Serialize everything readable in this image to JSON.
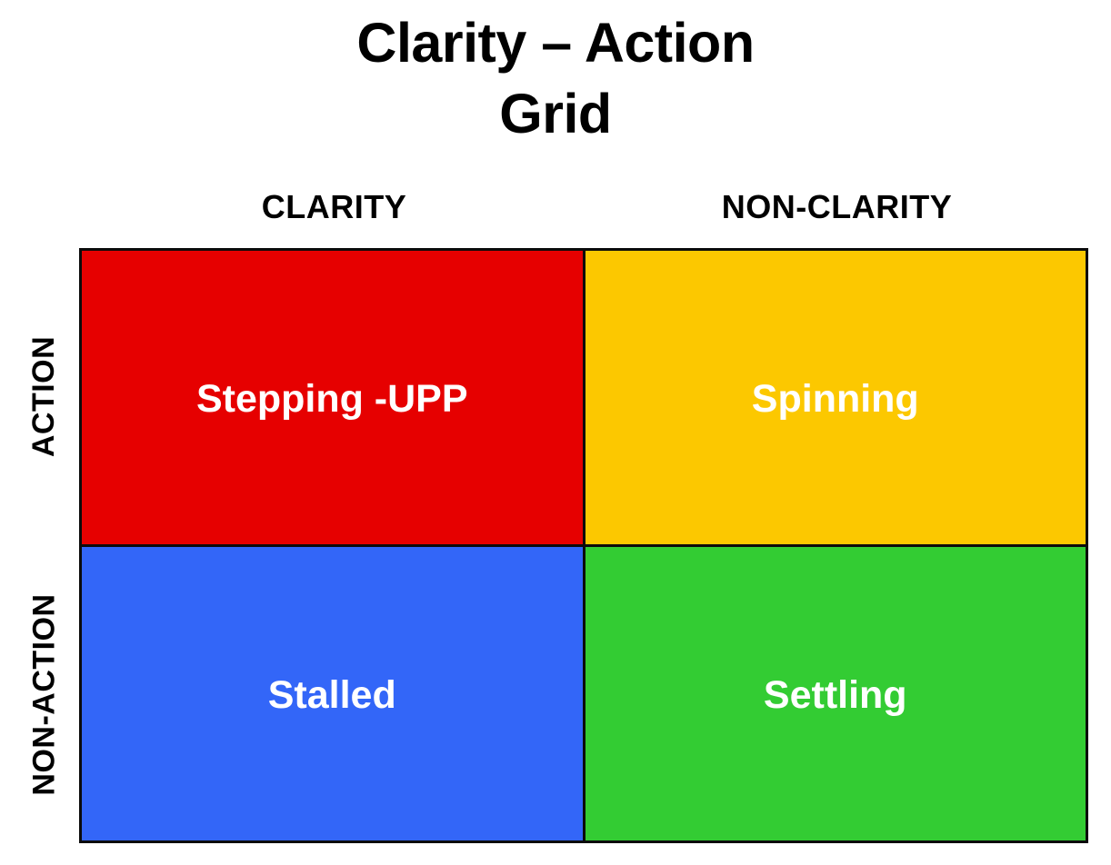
{
  "page": {
    "background_color": "#FFFFFF",
    "title_lines": [
      "Clarity – Action",
      "Grid"
    ],
    "title_color": "#000000"
  },
  "matrix": {
    "column_headers": [
      {
        "label": "CLARITY"
      },
      {
        "label": "NON-CLARITY"
      }
    ],
    "row_headers": [
      {
        "label": "ACTION"
      },
      {
        "label": "NON-ACTION"
      }
    ],
    "border_color": "#0B0B0B",
    "quadrants": [
      {
        "id": "clarity-action",
        "label": "Stepping -UPP",
        "fill_color": "#E60000",
        "text_color": "#FFFFFF",
        "row": "ACTION",
        "column": "CLARITY"
      },
      {
        "id": "nonclarity-action",
        "label": "Spinning",
        "fill_color": "#FCC800",
        "text_color": "#FFFFFF",
        "row": "ACTION",
        "column": "NON-CLARITY"
      },
      {
        "id": "clarity-nonaction",
        "label": "Stalled",
        "fill_color": "#3366F8",
        "text_color": "#FFFFFF",
        "row": "NON-ACTION",
        "column": "CLARITY"
      },
      {
        "id": "nonclarity-nonaction",
        "label": "Settling",
        "fill_color": "#33CC33",
        "text_color": "#FFFFFF",
        "row": "NON-ACTION",
        "column": "NON-CLARITY"
      }
    ]
  },
  "chart_data": {
    "type": "table",
    "title": "Clarity – Action Grid",
    "xlabel": "",
    "ylabel": "",
    "categories": [
      "CLARITY",
      "NON-CLARITY"
    ],
    "row_categories": [
      "ACTION",
      "NON-ACTION"
    ],
    "cells": [
      [
        "Stepping -UPP",
        "Spinning"
      ],
      [
        "Stalled",
        "Settling"
      ]
    ],
    "cell_colors": [
      [
        "#E60000",
        "#FCC800"
      ],
      [
        "#3366F8",
        "#33CC33"
      ]
    ],
    "legend": [],
    "grid": true
  }
}
